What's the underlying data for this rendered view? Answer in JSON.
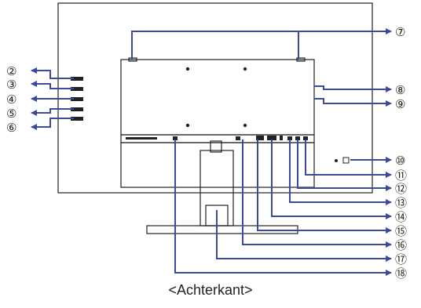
{
  "caption": "<Achterkant>",
  "colors": {
    "callout": "#3a4aa0",
    "outline": "#222222"
  },
  "callouts": {
    "c2": "②",
    "c3": "③",
    "c4": "④",
    "c5": "⑤",
    "c6": "⑥",
    "c7": "⑦",
    "c8": "⑧",
    "c9": "⑨",
    "c10": "⑩",
    "c11": "⑪",
    "c12": "⑫",
    "c13": "⑬",
    "c14": "⑭",
    "c15": "⑮",
    "c16": "⑯",
    "c17": "⑰",
    "c18": "⑱"
  }
}
